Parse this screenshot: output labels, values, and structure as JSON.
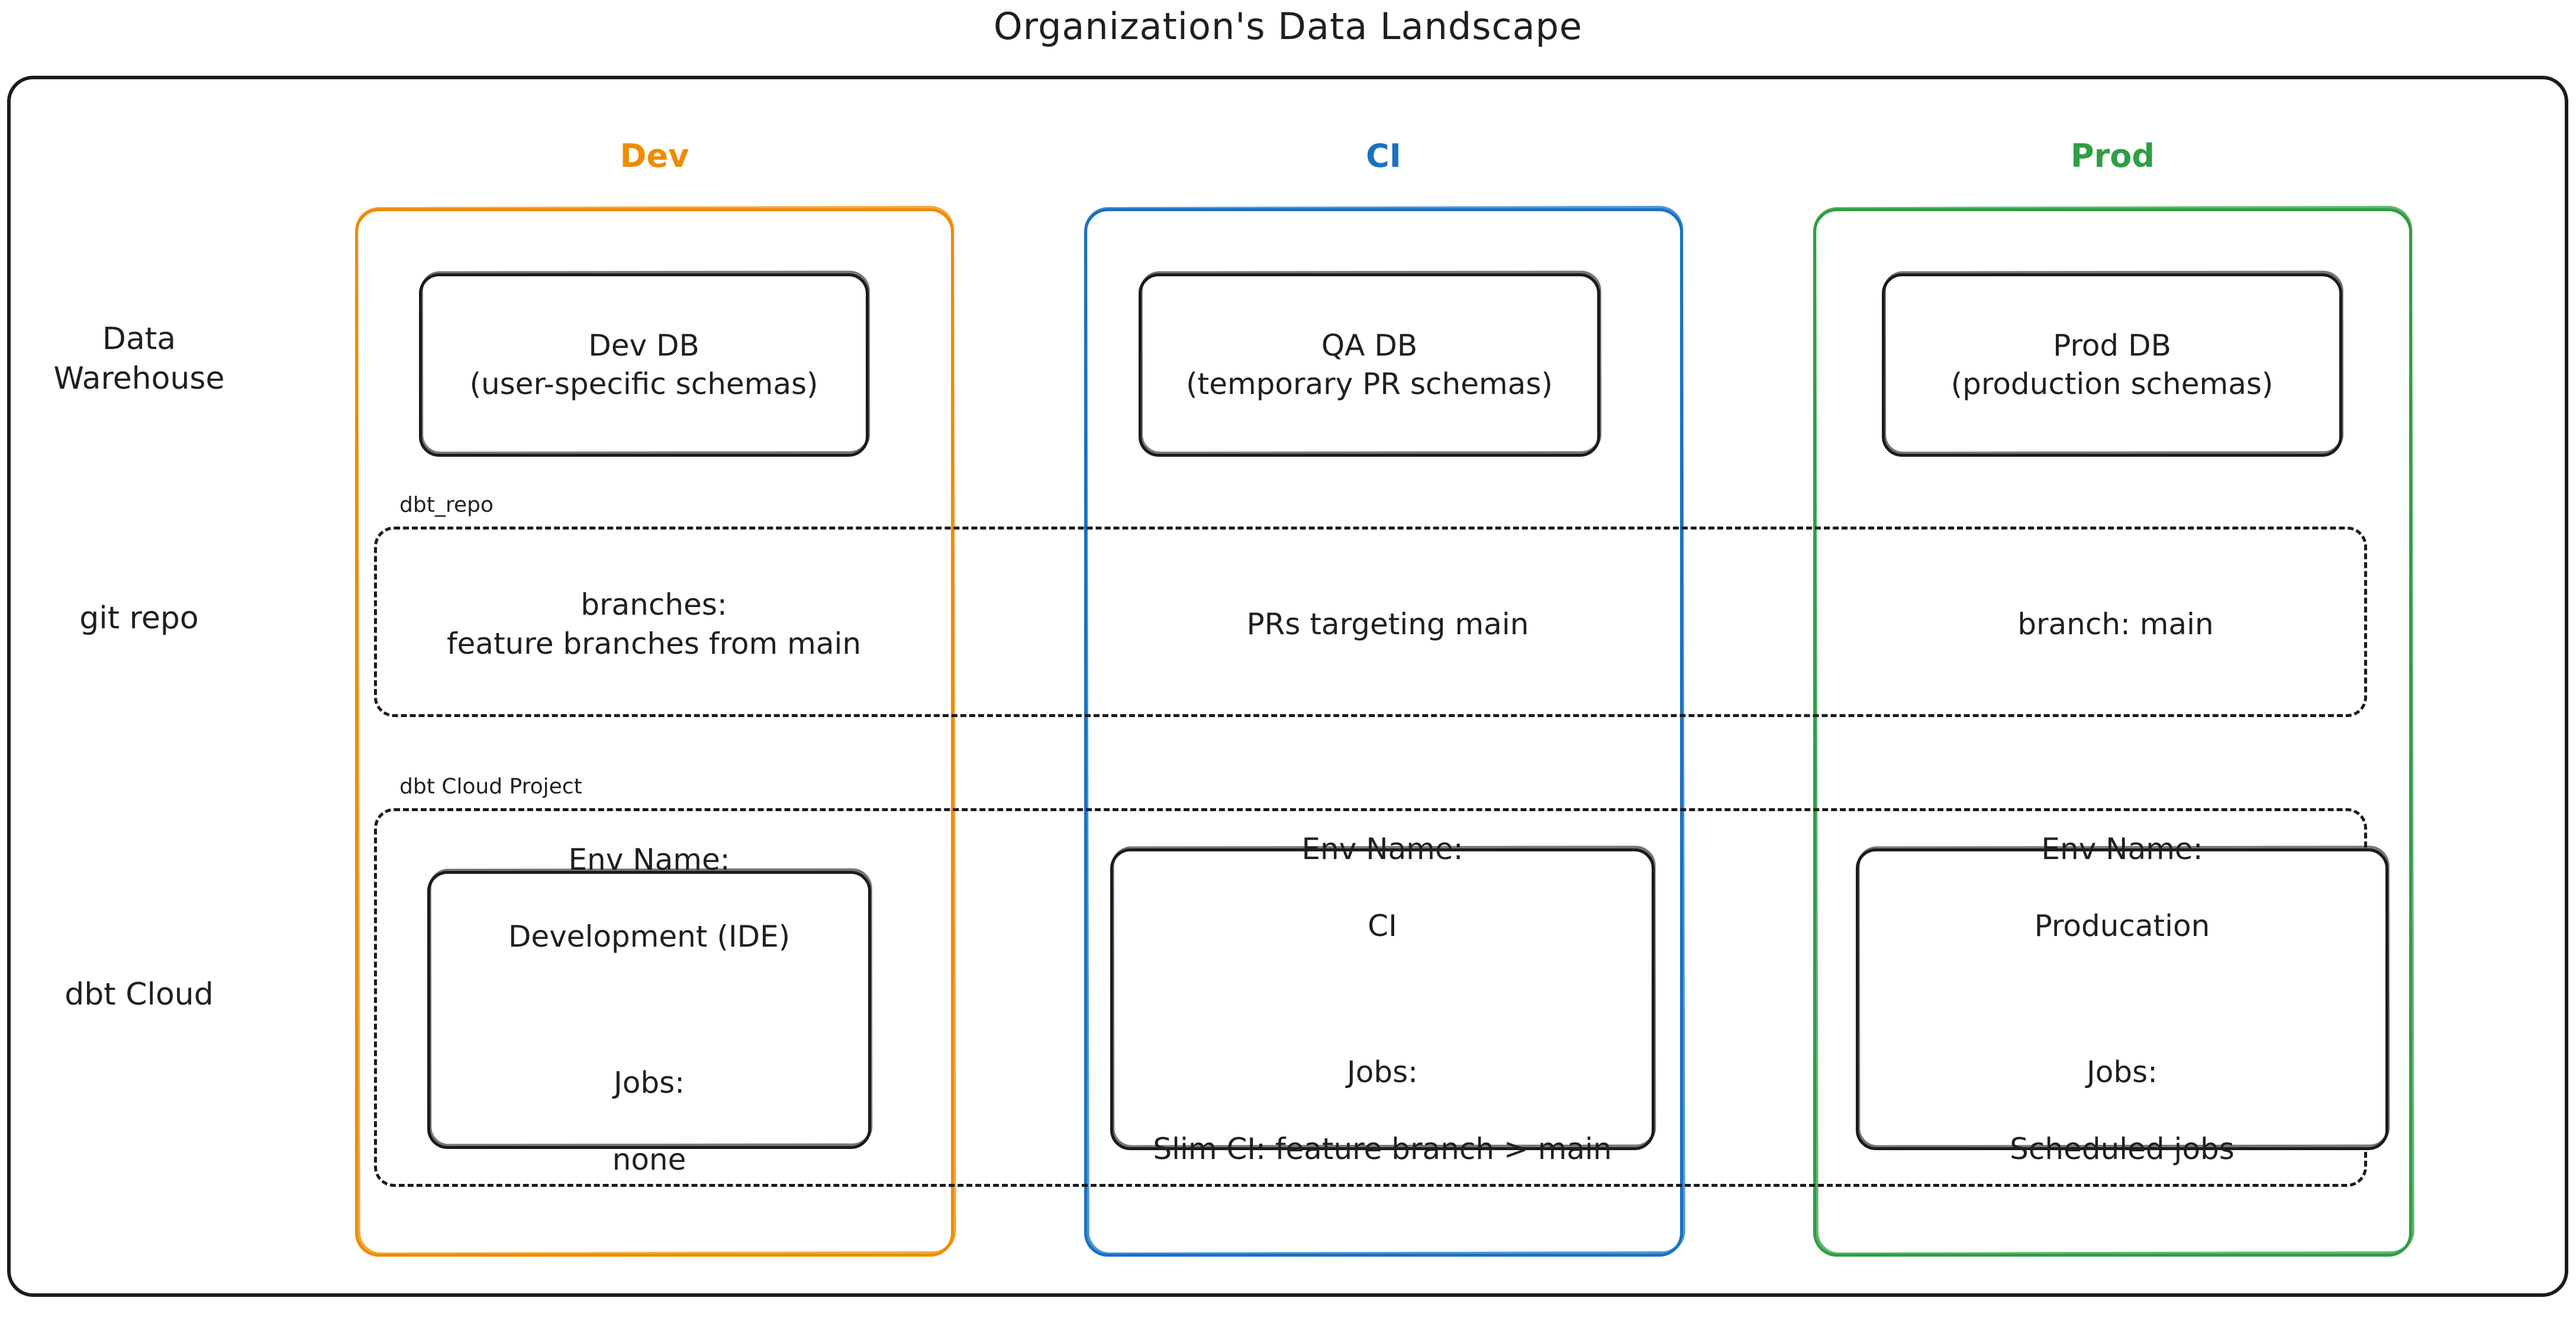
{
  "title": "Organization's Data Landscape",
  "row_labels": [
    {
      "id": "warehouse",
      "text": "Data\nWarehouse"
    },
    {
      "id": "git",
      "text": "git repo"
    },
    {
      "id": "dbtcloud",
      "text": "dbt Cloud"
    }
  ],
  "environments": [
    {
      "id": "dev",
      "label": "Dev",
      "color": "#ee8c00"
    },
    {
      "id": "ci",
      "label": "CI",
      "color": "#1971c2"
    },
    {
      "id": "prod",
      "label": "Prod",
      "color": "#2f9e44"
    }
  ],
  "groups": {
    "dbt_repo": {
      "label": "dbt_repo"
    },
    "dbt_cloud_proj": {
      "label": "dbt Cloud Project"
    }
  },
  "warehouse_row": {
    "dev": "Dev DB\n(user-specific schemas)",
    "ci": "QA DB\n(temporary PR schemas)",
    "prod": "Prod DB\n(production schemas)"
  },
  "git_row": {
    "dev": "branches:\nfeature branches from main",
    "ci": "PRs targeting main",
    "prod": "branch: main"
  },
  "dbt_cloud_row": {
    "dev": {
      "env_name_label": "Env Name:",
      "env_name_value": "Development (IDE)",
      "jobs_label": "Jobs:",
      "jobs_value": "none"
    },
    "ci": {
      "env_name_label": "Env Name:",
      "env_name_value": "CI",
      "jobs_label": "Jobs:",
      "jobs_value": "Slim CI: feature branch > main"
    },
    "prod": {
      "env_name_label": "Env Name:",
      "env_name_value": "Producation",
      "jobs_label": "Jobs:",
      "jobs_value": "Scheduled jobs"
    }
  }
}
